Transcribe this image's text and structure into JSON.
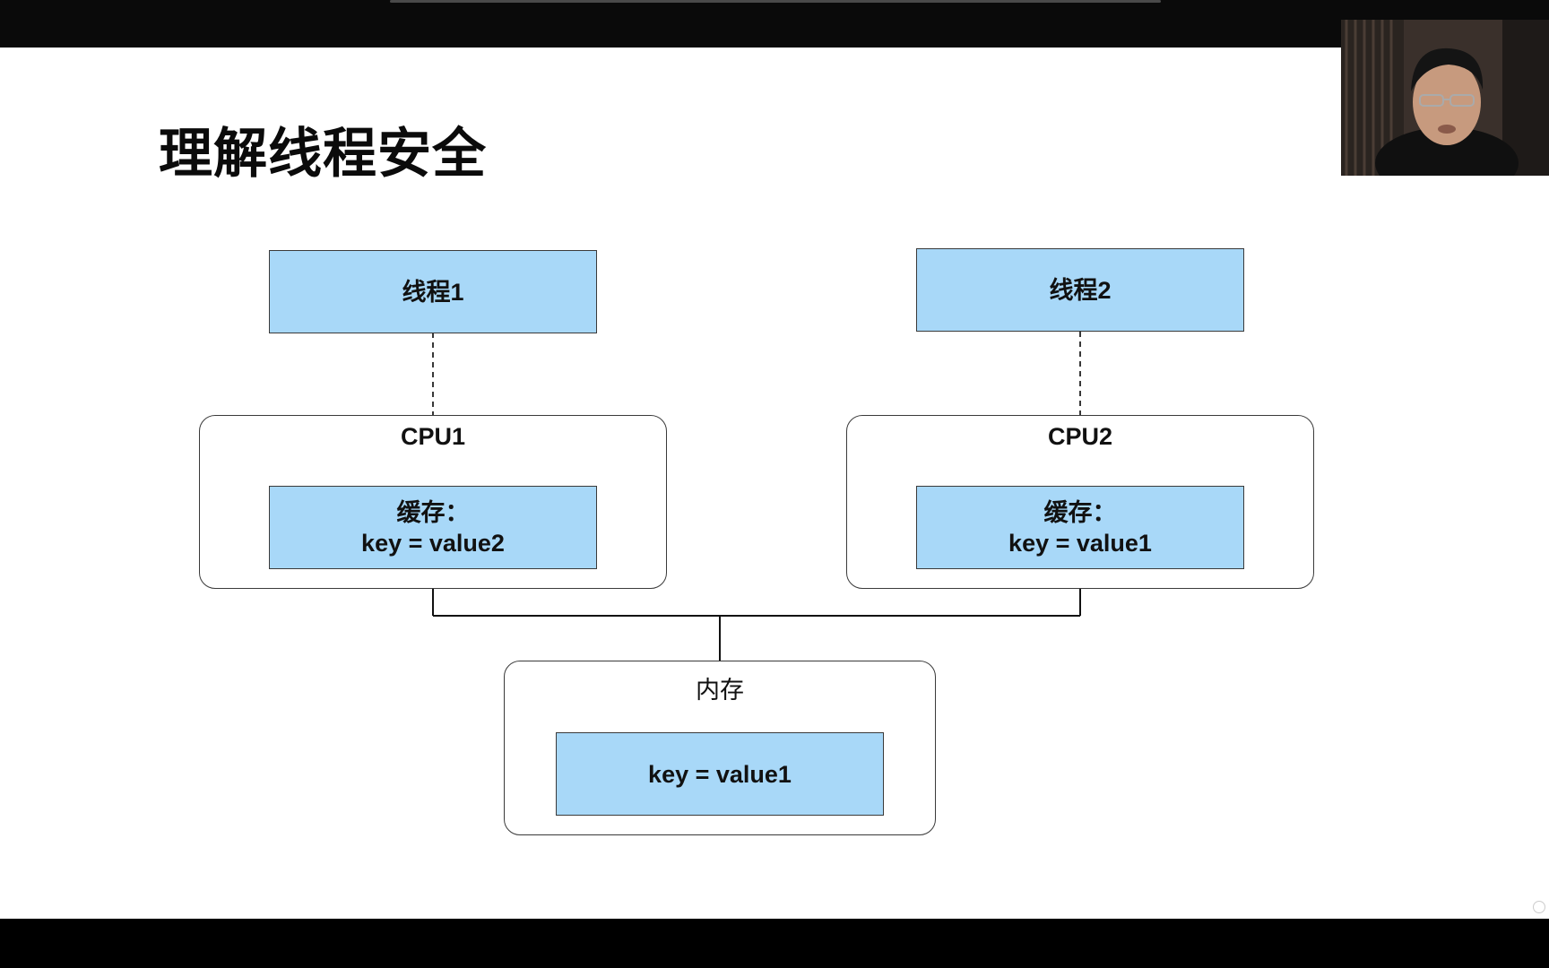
{
  "slide": {
    "title": "理解线程安全"
  },
  "diagram": {
    "thread1": {
      "label": "线程1"
    },
    "thread2": {
      "label": "线程2"
    },
    "cpu1": {
      "label": "CPU1",
      "cache_line1": "缓存：",
      "cache_line2": "key = value2"
    },
    "cpu2": {
      "label": "CPU2",
      "cache_line1": "缓存：",
      "cache_line2": "key = value1"
    },
    "memory": {
      "label": "内存",
      "value": "key = value1"
    }
  },
  "colors": {
    "box_fill": "#a8d8f8",
    "slide_bg": "#ffffff",
    "frame_bg": "#000000"
  },
  "icons": {
    "webcam": "presenter-video-icon",
    "corner": "circle-icon"
  }
}
